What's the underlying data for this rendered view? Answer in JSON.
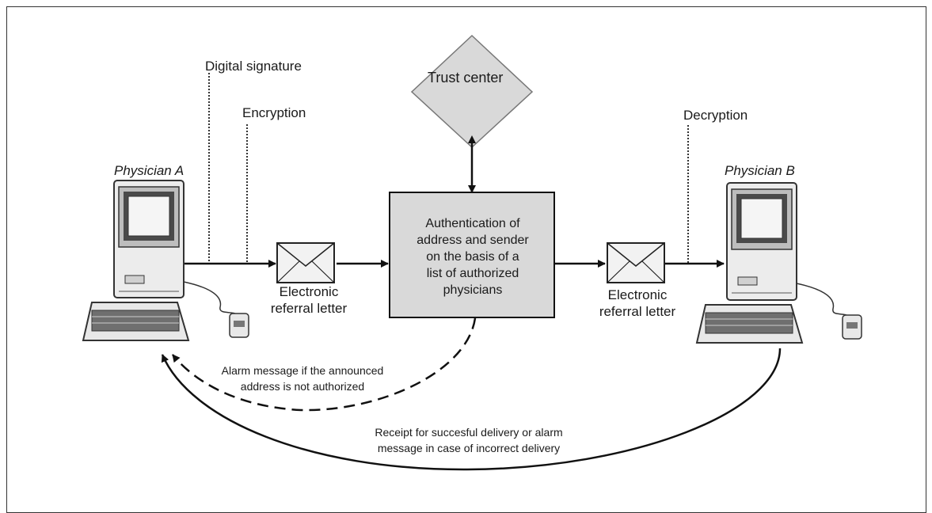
{
  "labels": {
    "digital_signature": "Digital signature",
    "encryption": "Encryption",
    "decryption": "Decryption",
    "trust_center": "Trust center",
    "physician_a": "Physician A",
    "physician_b": "Physician B",
    "auth_lines": [
      "Authentication of",
      "address and sender",
      "on the basis of a",
      "list of authorized",
      "physicians"
    ],
    "letter_left": [
      "Electronic",
      "referral letter"
    ],
    "letter_right": [
      "Electronic",
      "referral letter"
    ],
    "alarm": [
      "Alarm message if the announced",
      "address is not authorized"
    ],
    "receipt": [
      "Receipt for succesful delivery or alarm",
      "message in case of incorrect delivery"
    ]
  },
  "colors": {
    "fill_gray": "#d9d9d9",
    "line": "#111111",
    "screen": "#4a4a4a"
  },
  "icons": [
    "computer-icon",
    "envelope-icon",
    "mouse-icon"
  ]
}
